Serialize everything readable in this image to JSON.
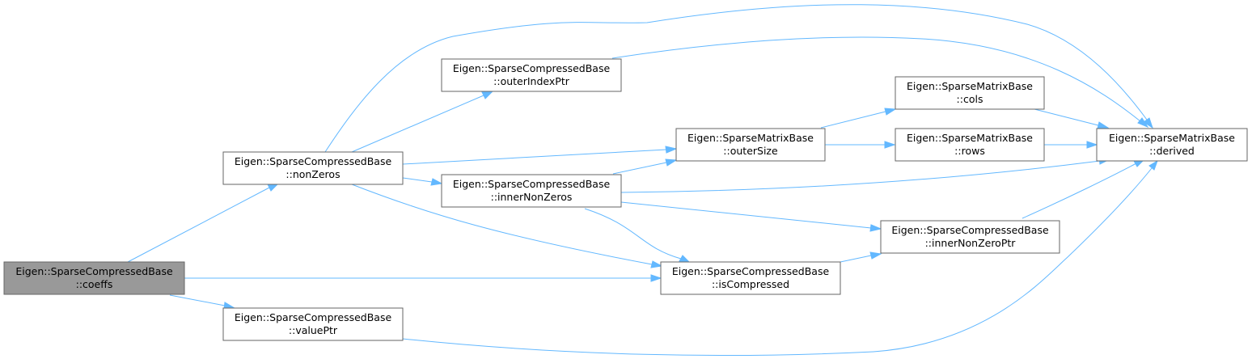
{
  "colors": {
    "edge": "#63b8ff",
    "root_fill": "#999999",
    "node_fill": "#ffffff",
    "node_border": "#666666"
  },
  "nodes": {
    "coeffs": {
      "line1": "Eigen::SparseCompressedBase",
      "line2": "::coeffs",
      "root": true
    },
    "nonZeros": {
      "line1": "Eigen::SparseCompressedBase",
      "line2": "::nonZeros"
    },
    "valuePtr": {
      "line1": "Eigen::SparseCompressedBase",
      "line2": "::valuePtr"
    },
    "outerIndexPtr": {
      "line1": "Eigen::SparseCompressedBase",
      "line2": "::outerIndexPtr"
    },
    "innerNonZeros": {
      "line1": "Eigen::SparseCompressedBase",
      "line2": "::innerNonZeros"
    },
    "outerSize": {
      "line1": "Eigen::SparseMatrixBase",
      "line2": "::outerSize"
    },
    "isCompressed": {
      "line1": "Eigen::SparseCompressedBase",
      "line2": "::isCompressed"
    },
    "cols": {
      "line1": "Eigen::SparseMatrixBase",
      "line2": "::cols"
    },
    "rows": {
      "line1": "Eigen::SparseMatrixBase",
      "line2": "::rows"
    },
    "innerNonZeroPtr": {
      "line1": "Eigen::SparseCompressedBase",
      "line2": "::innerNonZeroPtr"
    },
    "derived": {
      "line1": "Eigen::SparseMatrixBase",
      "line2": "::derived"
    }
  },
  "edges": [
    [
      "coeffs",
      "nonZeros"
    ],
    [
      "coeffs",
      "isCompressed"
    ],
    [
      "coeffs",
      "valuePtr"
    ],
    [
      "nonZeros",
      "derived"
    ],
    [
      "nonZeros",
      "outerIndexPtr"
    ],
    [
      "nonZeros",
      "outerSize"
    ],
    [
      "nonZeros",
      "innerNonZeros"
    ],
    [
      "nonZeros",
      "isCompressed"
    ],
    [
      "outerIndexPtr",
      "derived"
    ],
    [
      "innerNonZeros",
      "outerSize"
    ],
    [
      "innerNonZeros",
      "derived"
    ],
    [
      "innerNonZeros",
      "innerNonZeroPtr"
    ],
    [
      "innerNonZeros",
      "isCompressed"
    ],
    [
      "outerSize",
      "cols"
    ],
    [
      "outerSize",
      "rows"
    ],
    [
      "cols",
      "derived"
    ],
    [
      "rows",
      "derived"
    ],
    [
      "innerNonZeroPtr",
      "derived"
    ],
    [
      "isCompressed",
      "innerNonZeroPtr"
    ],
    [
      "valuePtr",
      "derived"
    ]
  ]
}
